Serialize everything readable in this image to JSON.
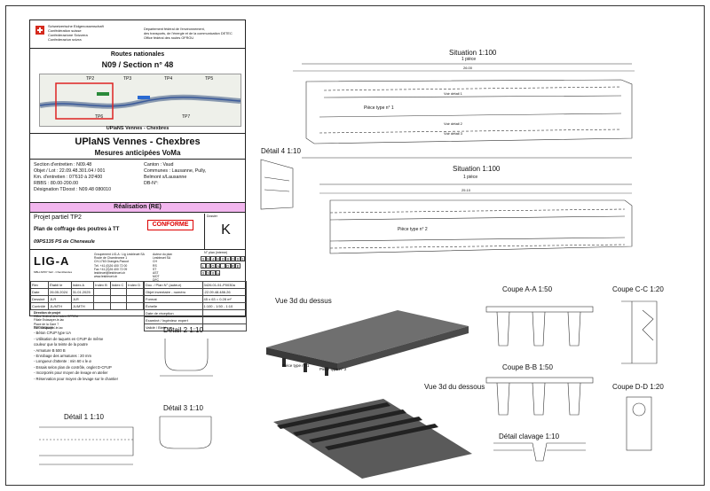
{
  "title_block": {
    "confed_lines": [
      "Schweizerische Eidgenossenschaft",
      "Confédération suisse",
      "Confederazione Svizzera",
      "Confederaziun svizra"
    ],
    "dept_lines": [
      "Département fédéral de l'environnement,",
      "des transports, de l'énergie et de la communication DETEC",
      "Office fédéral des routes OFROU"
    ],
    "routes": "Routes nationales",
    "section": "N09 / Section n° 48",
    "map_caption": "UPlaNS Vennes - Chexbres",
    "map_labels": [
      "TP2",
      "TP3",
      "TP4",
      "TP5",
      "TP6",
      "TP7"
    ],
    "project_title": "UPlaNS Vennes - Chexbres",
    "project_subtitle": "Mesures anticipées VoMa",
    "info_left": [
      "Section d'entretien : N09.48",
      "Objet / Lot : 22.09.48.301.04 / 001",
      "Km. d'entretien : 07'610 à 20'400",
      "RBBS : 80.00-200.00",
      "Désignation TDoost : N09.48 080010"
    ],
    "info_right": [
      "Canton : Vaud",
      "Communes : Lausanne, Pully,",
      "Belmont s/Lausanne",
      "",
      "DB-N°:"
    ],
    "realisation": "Réalisation (RE)",
    "partial_project": "Projet partiel TP2",
    "plan_title": "Plan de coffrage des poutres à TT",
    "plan_sub": "09PS135 PS de Cheneaule",
    "conforme": "CONFORME",
    "dossier_label": "Dossier",
    "dossier_letter": "K",
    "plan_no_label": "N° plan (interne)",
    "plan_no_cells": [
      "0",
      "9",
      "4",
      "8",
      "0",
      "8",
      "0",
      "0",
      "1"
    ],
    "plan_no_row2": [
      "L",
      "I",
      "G",
      "A",
      "-",
      "D",
      "R",
      "E"
    ],
    "plan_no_row3": [
      "0",
      "3",
      "0",
      "a"
    ],
    "company_name": "LIG-A",
    "company_lines": [
      "Groupement LIG-A : Lig Lesbleuet SA",
      "Route de Chambronne 1",
      "CH-1763 Granges-Paccot",
      "Tél. +41 (0)26 400 72 00",
      "Fax +41 (0)26 400 72 09",
      "lesbleuet@lesbleuet.ch",
      "www.lesbleuet.ch"
    ],
    "company_sub": "MBH-SPRY Sàrl - Chamblandes",
    "legend_list": [
      "Auteur du plan",
      "Lesbleuet SA",
      "CH",
      "RS",
      "ST",
      "AST",
      "MOT",
      "DFC"
    ],
    "rev_headers": [
      "Rev",
      "Établi le",
      "Index A",
      "Index B",
      "Index C",
      "Index D"
    ],
    "rev_rows": [
      [
        "Date",
        "26.05.2024",
        "31.01.2025",
        "",
        "",
        ""
      ],
      [
        "Dessiné",
        "JLR",
        "JLR",
        "",
        "",
        ""
      ],
      [
        "Contrôlé",
        "JL/MTH",
        "JL/MTH",
        "",
        "",
        ""
      ]
    ],
    "doc_rows": [
      [
        "Doc. / Plan N° (auteur)",
        "3426.01-51-P0030a"
      ],
      [
        "Objet inventaire - numéro",
        ":22.09.48.486.26"
      ],
      [
        "Format",
        "45 x 63 = 0.28 m²"
      ],
      [
        "Échelle",
        "1:100 - 1:50 - 1:10"
      ],
      [
        "Date de réception",
        ""
      ],
      [
        "Examiné / Ingénieur expert",
        ""
      ],
      [
        "Validé / Bieté par",
        ""
      ]
    ],
    "direction_lines": [
      "Direction de projet",
      "Office fédéral des routes OFROU",
      "Filiale Estavayer-le-lac",
      "Place de la Gare 7",
      "1470 Estavayer-le-lac"
    ]
  },
  "remarks": {
    "heading": "Remarques :",
    "items": [
      "- Béton CFUP type UA",
      "- Utilisation de taquets en CFUP de même",
      "  couleur que la teinte de la poutre",
      "- Armature B 500 B",
      "- Enrobage des armatures : 20 mm",
      "- Longueur d'attente : min 60 x le ø",
      "- Essais selon plan de contrôle, onglet D-CFUP",
      "- Incorporés pour moyen de levage en atelier",
      "- Réservation pour moyen de levage sur le chantier"
    ]
  },
  "views": {
    "situation_top": "Situation 1:100",
    "situation_bottom": "Situation 1:100",
    "detail4": "Détail 4 1:10",
    "detail2": "Détail 2 1:10",
    "detail3": "Détail 3 1:10",
    "detail1": "Détail 1 1:10",
    "vue3d_top": "Vue 3d du dessus",
    "vue3d_bottom": "Vue 3d du dessous",
    "coupe_aa": "Coupe A-A 1:50",
    "coupe_bb": "Coupe B-B 1:50",
    "coupe_cc": "Coupe C-C 1:20",
    "coupe_dd": "Coupe D-D 1:20",
    "detail_clavage": "Détail clavage 1:10",
    "piece_1": "Pièce type n° 1",
    "piece_2": "Pièce type n° 2",
    "voir_detail_1": "Voir détail 1",
    "voir_detail_2": "Voir détail 2",
    "voir_detail_3": "Voir détail 3",
    "one_piece": "1 pièce",
    "dim_top": "26.00",
    "dim_total": "25.10"
  }
}
